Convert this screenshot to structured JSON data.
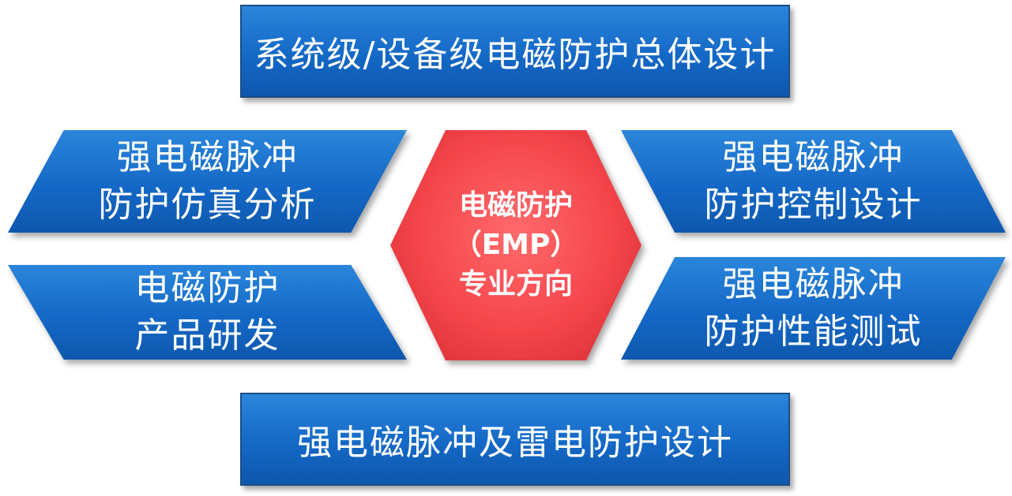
{
  "top_box": {
    "text": "系统级/设备级电磁防护总体设计"
  },
  "bottom_box": {
    "text": "强电磁脉冲及雷电防护设计"
  },
  "left_upper": {
    "lines": [
      "强电磁脉冲",
      "防护仿真分析"
    ]
  },
  "left_lower": {
    "lines": [
      "电磁防护",
      "产品研发"
    ]
  },
  "right_upper": {
    "lines": [
      "强电磁脉冲",
      "防护控制设计"
    ]
  },
  "right_lower": {
    "lines": [
      "强电磁脉冲",
      "防护性能测试"
    ]
  },
  "center": {
    "lines": [
      "电磁防护",
      "（EMP）",
      "专业方向"
    ]
  },
  "colors": {
    "box_blue": "#1468c6",
    "box_border": "#1c4e86",
    "center_red": "#f4454a",
    "text": "#ffffff"
  }
}
